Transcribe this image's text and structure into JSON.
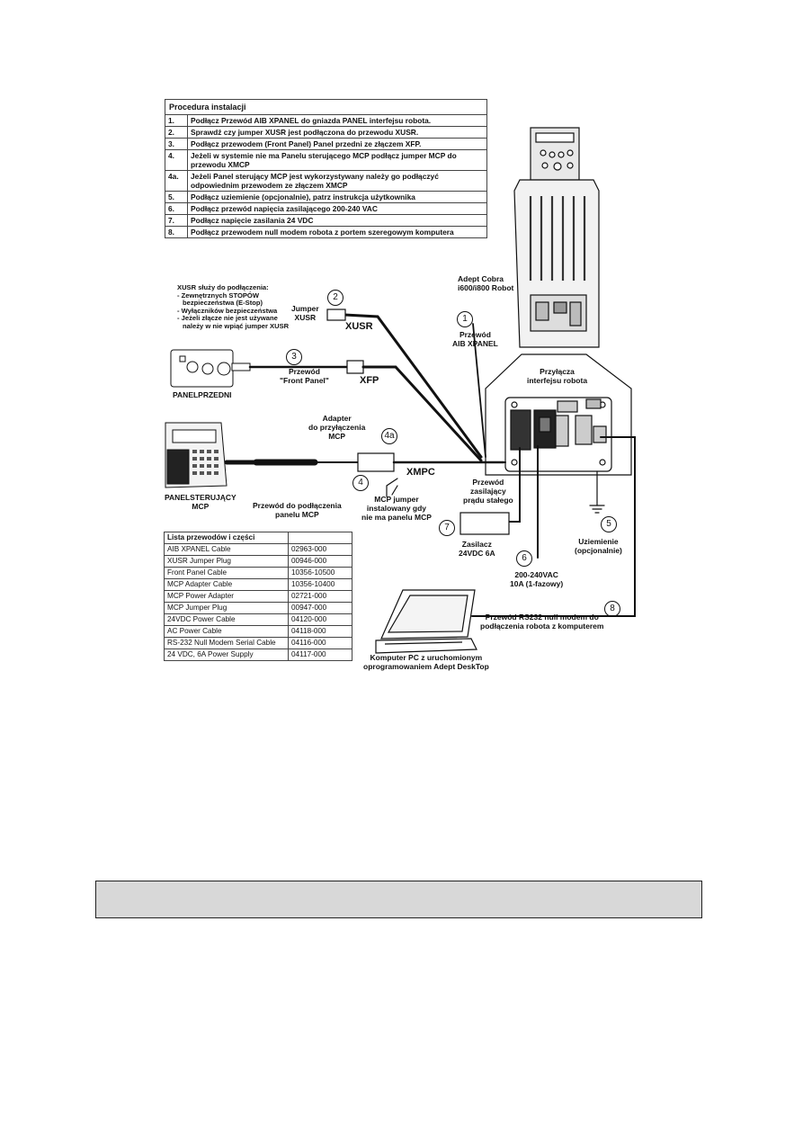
{
  "procedure": {
    "title": "Procedura instalacji",
    "steps": [
      {
        "n": "1.",
        "text": "Podłącz Przewód AIB XPANEL do gniazda PANEL interfejsu robota."
      },
      {
        "n": "2.",
        "text": "Sprawdź czy jumper XUSR jest podłączona do przewodu XUSR."
      },
      {
        "n": "3.",
        "text": "Podłącz przewodem (Front Panel) Panel przedni ze złączem XFP."
      },
      {
        "n": "4.",
        "text": "Jeżeli w systemie nie ma Panelu sterującego MCP podłącz jumper MCP do przewodu XMCP"
      },
      {
        "n": "4a.",
        "text": "Jeżeli Panel sterujący MCP jest wykorzystywany należy go podłączyć odpowiednim przewodem ze złączem XMCP"
      },
      {
        "n": "5.",
        "text": "Podłącz uziemienie (opcjonalnie), patrz instrukcja użytkownika"
      },
      {
        "n": "6.",
        "text": "Podłącz przewód napięcia zasilającego 200-240 VAC"
      },
      {
        "n": "7.",
        "text": "Podłącz napięcie zasilania 24 VDC"
      },
      {
        "n": "8.",
        "text": "Podłącz przewodem null modem robota z portem szeregowym komputera"
      }
    ]
  },
  "parts": {
    "title": "Lista przewodów i części",
    "rows": [
      {
        "name": "AIB XPANEL Cable",
        "code": "02963-000"
      },
      {
        "name": "XUSR Jumper Plug",
        "code": "00946-000"
      },
      {
        "name": "Front Panel Cable",
        "code": "10356-10500"
      },
      {
        "name": "MCP Adapter Cable",
        "code": "10356-10400"
      },
      {
        "name": "MCP Power Adapter",
        "code": "02721-000"
      },
      {
        "name": "MCP Jumper Plug",
        "code": "00947-000"
      },
      {
        "name": "24VDC Power Cable",
        "code": "04120-000"
      },
      {
        "name": "AC Power Cable",
        "code": "04118-000"
      },
      {
        "name": "RS-232 Null Modem Serial Cable",
        "code": "04116-000"
      },
      {
        "name": "24 VDC, 6A Power Supply",
        "code": "04117-000"
      }
    ]
  },
  "labels": {
    "xusr_note_title": "XUSR służy do podłączenia:",
    "xusr_note_1": "- Zewnętrznych STOPÓW",
    "xusr_note_2": "bezpieczeństwa (E-Stop)",
    "xusr_note_3": "- Wyłączników bezpieczeństwa",
    "xusr_note_4": "- Jeżeli złącze nie jest używane",
    "xusr_note_5": "należy w nie wpiąć jumper XUSR",
    "jumper": "Jumper",
    "xusr_small": "XUSR",
    "xusr_big": "XUSR",
    "przewod_front_1": "Przewód",
    "przewod_front_2": "\"Front Panel\"",
    "xfp": "XFP",
    "panel_przedni": "PANELPRZEDNI",
    "robot_name_1": "Adept Cobra",
    "robot_name_2": "i600/i800 Robot",
    "aib_1": "Przewód",
    "aib_2": "AIB XPANEL",
    "interfejs_1": "Przyłącza",
    "interfejs_2": "interfejsu robota",
    "adapter_1": "Adapter",
    "adapter_2": "do przyłączenia",
    "adapter_3": "MCP",
    "xmpc": "XMPC",
    "mcp_jumper_1": "MCP jumper",
    "mcp_jumper_2": "instalowany gdy",
    "mcp_jumper_3": "nie ma panelu MCP",
    "panel_sterujacy_1": "PANELSTERUJĄCY",
    "panel_sterujacy_2": "MCP",
    "przewod_mcp_1": "Przewód do podłączenia",
    "przewod_mcp_2": "panelu MCP",
    "dc_1": "Przewód",
    "dc_2": "zasilający",
    "dc_3": "prądu stałego",
    "zasilacz_1": "Zasilacz",
    "zasilacz_2": "24VDC 6A",
    "ac_1": "200-240VAC",
    "ac_2": "10A (1-fazowy)",
    "ground_1": "Uziemienie",
    "ground_2": "(opcjonalnie)",
    "rs232_1": "Przewód RS232 null modem do",
    "rs232_2": "podłączenia robota z komputerem",
    "pc_1": "Komputer PC z uruchomionym",
    "pc_2": "oprogramowaniem Adept DeskTop"
  },
  "callouts": {
    "c1": "1",
    "c2": "2",
    "c3": "3",
    "c4": "4",
    "c4a": "4a",
    "c5": "5",
    "c6": "6",
    "c7": "7",
    "c8": "8"
  }
}
